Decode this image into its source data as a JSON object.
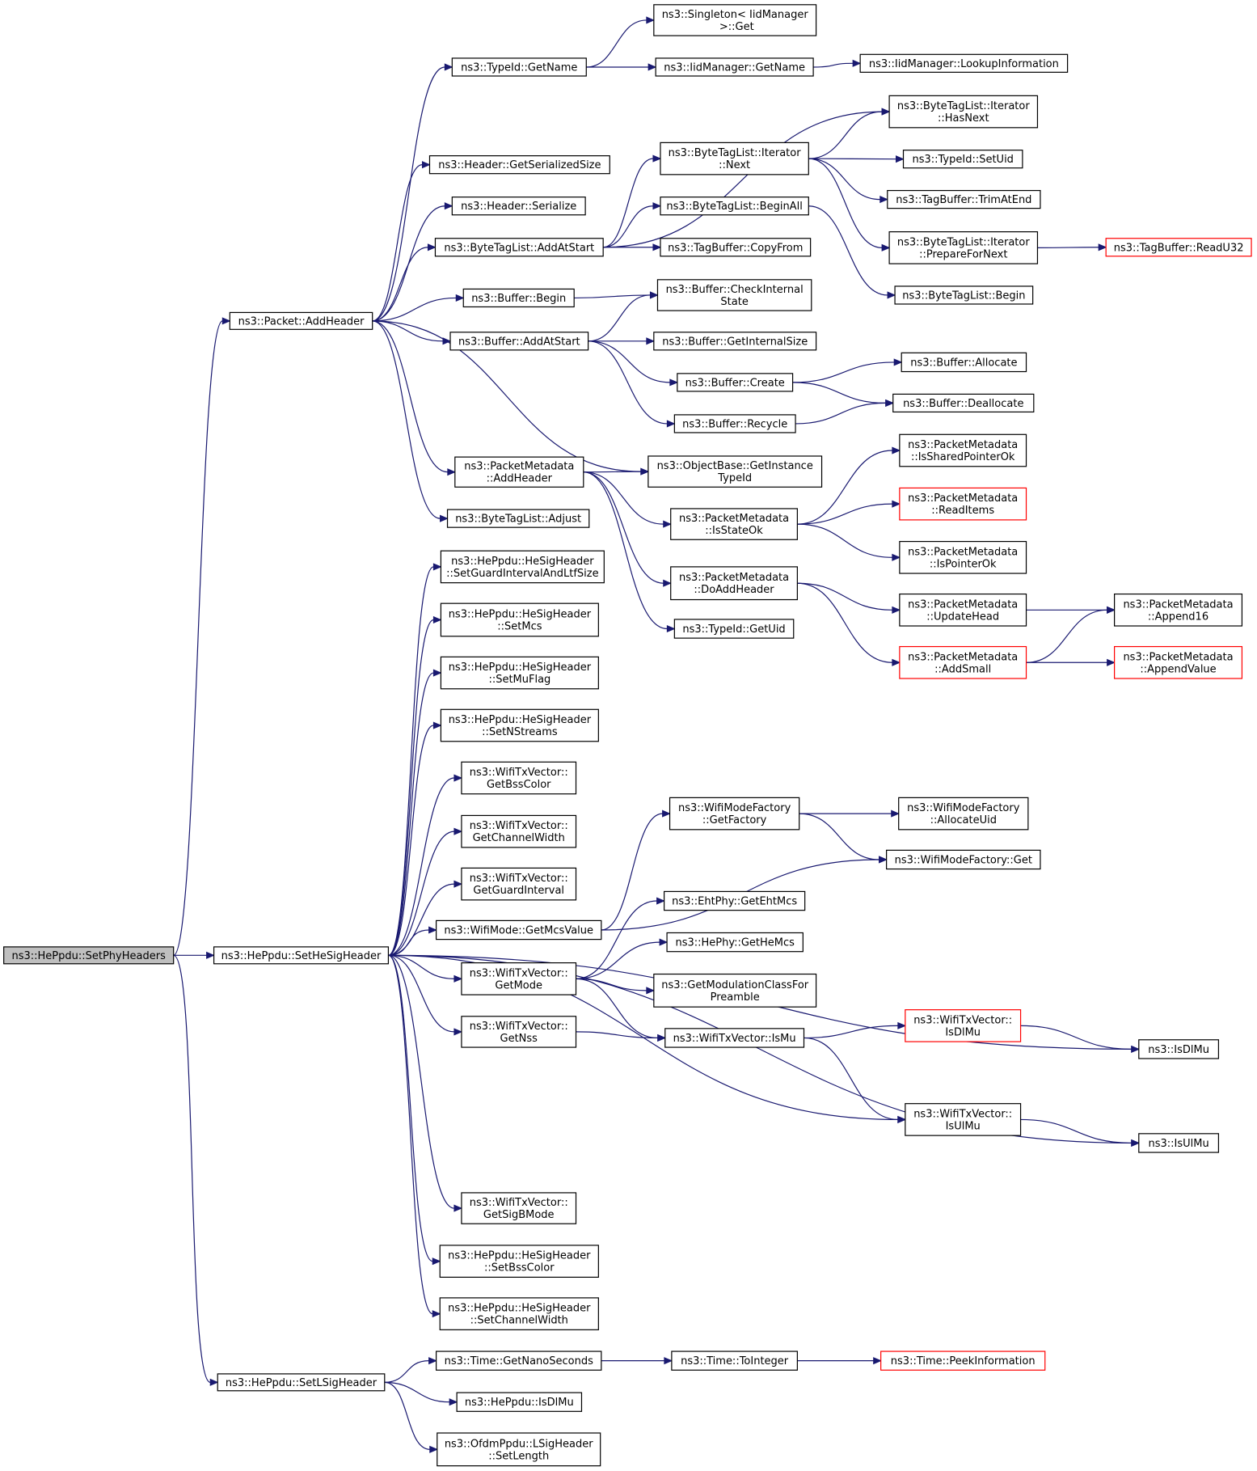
{
  "diagram": {
    "type": "call-graph",
    "colors": {
      "edge": "#191970",
      "node_border": "#000000",
      "truncated_border": "#ff0000",
      "root_fill": "#bfbfbf",
      "node_fill": "#ffffff",
      "background": "#ffffff"
    },
    "nodes": [
      {
        "id": "n0",
        "lines": [
          "ns3::HePpdu::SetPhyHeaders"
        ],
        "root": true
      },
      {
        "id": "n1",
        "lines": [
          "ns3::Packet::AddHeader"
        ]
      },
      {
        "id": "n2",
        "lines": [
          "ns3::HePpdu::SetHeSigHeader"
        ]
      },
      {
        "id": "n3",
        "lines": [
          "ns3::HePpdu::SetLSigHeader"
        ]
      },
      {
        "id": "n4",
        "lines": [
          "ns3::TypeId::GetName"
        ]
      },
      {
        "id": "n5",
        "lines": [
          "ns3::Header::GetSerializedSize"
        ]
      },
      {
        "id": "n6",
        "lines": [
          "ns3::Header::Serialize"
        ]
      },
      {
        "id": "n7",
        "lines": [
          "ns3::ByteTagList::AddAtStart"
        ]
      },
      {
        "id": "n8",
        "lines": [
          "ns3::Buffer::Begin"
        ]
      },
      {
        "id": "n9",
        "lines": [
          "ns3::Buffer::AddAtStart"
        ]
      },
      {
        "id": "n10",
        "lines": [
          "ns3::PacketMetadata",
          "::AddHeader"
        ]
      },
      {
        "id": "n11",
        "lines": [
          "ns3::ByteTagList::Adjust"
        ]
      },
      {
        "id": "n12",
        "lines": [
          "ns3::Singleton< IidManager",
          " >::Get"
        ]
      },
      {
        "id": "n13",
        "lines": [
          "ns3::IidManager::GetName"
        ]
      },
      {
        "id": "n14",
        "lines": [
          "ns3::IidManager::LookupInformation"
        ]
      },
      {
        "id": "n15",
        "lines": [
          "ns3::ByteTagList::Iterator",
          "::HasNext"
        ]
      },
      {
        "id": "n16",
        "lines": [
          "ns3::ByteTagList::Iterator",
          "::Next"
        ]
      },
      {
        "id": "n17",
        "lines": [
          "ns3::TypeId::SetUid"
        ]
      },
      {
        "id": "n18",
        "lines": [
          "ns3::TagBuffer::TrimAtEnd"
        ]
      },
      {
        "id": "n19",
        "lines": [
          "ns3::ByteTagList::BeginAll"
        ]
      },
      {
        "id": "n20",
        "lines": [
          "ns3::ByteTagList::Iterator",
          "::PrepareForNext"
        ]
      },
      {
        "id": "n21",
        "lines": [
          "ns3::TagBuffer::ReadU32"
        ],
        "truncated": true
      },
      {
        "id": "n22",
        "lines": [
          "ns3::TagBuffer::CopyFrom"
        ]
      },
      {
        "id": "n23",
        "lines": [
          "ns3::ByteTagList::Begin"
        ]
      },
      {
        "id": "n24",
        "lines": [
          "ns3::Buffer::CheckInternal",
          "State"
        ]
      },
      {
        "id": "n25",
        "lines": [
          "ns3::Buffer::GetInternalSize"
        ]
      },
      {
        "id": "n26",
        "lines": [
          "ns3::Buffer::Create"
        ]
      },
      {
        "id": "n27",
        "lines": [
          "ns3::Buffer::Allocate"
        ]
      },
      {
        "id": "n28",
        "lines": [
          "ns3::Buffer::Deallocate"
        ]
      },
      {
        "id": "n29",
        "lines": [
          "ns3::Buffer::Recycle"
        ]
      },
      {
        "id": "n30",
        "lines": [
          "ns3::ObjectBase::GetInstance",
          "TypeId"
        ]
      },
      {
        "id": "n31",
        "lines": [
          "ns3::PacketMetadata",
          "::IsSharedPointerOk"
        ]
      },
      {
        "id": "n32",
        "lines": [
          "ns3::PacketMetadata",
          "::IsStateOk"
        ]
      },
      {
        "id": "n33",
        "lines": [
          "ns3::PacketMetadata",
          "::ReadItems"
        ],
        "truncated": true
      },
      {
        "id": "n34",
        "lines": [
          "ns3::PacketMetadata",
          "::IsPointerOk"
        ]
      },
      {
        "id": "n35",
        "lines": [
          "ns3::PacketMetadata",
          "::DoAddHeader"
        ]
      },
      {
        "id": "n36",
        "lines": [
          "ns3::PacketMetadata",
          "::UpdateHead"
        ]
      },
      {
        "id": "n37",
        "lines": [
          "ns3::PacketMetadata",
          "::Append16"
        ]
      },
      {
        "id": "n38",
        "lines": [
          "ns3::TypeId::GetUid"
        ]
      },
      {
        "id": "n39",
        "lines": [
          "ns3::PacketMetadata",
          "::AddSmall"
        ],
        "truncated": true
      },
      {
        "id": "n40",
        "lines": [
          "ns3::PacketMetadata",
          "::AppendValue"
        ],
        "truncated": true
      },
      {
        "id": "n41",
        "lines": [
          "ns3::HePpdu::HeSigHeader",
          "::SetGuardIntervalAndLtfSize"
        ]
      },
      {
        "id": "n42",
        "lines": [
          "ns3::HePpdu::HeSigHeader",
          "::SetMcs"
        ]
      },
      {
        "id": "n43",
        "lines": [
          "ns3::HePpdu::HeSigHeader",
          "::SetMuFlag"
        ]
      },
      {
        "id": "n44",
        "lines": [
          "ns3::HePpdu::HeSigHeader",
          "::SetNStreams"
        ]
      },
      {
        "id": "n45",
        "lines": [
          "ns3::WifiTxVector::",
          "GetBssColor"
        ]
      },
      {
        "id": "n46",
        "lines": [
          "ns3::WifiTxVector::",
          "GetChannelWidth"
        ]
      },
      {
        "id": "n47",
        "lines": [
          "ns3::WifiTxVector::",
          "GetGuardInterval"
        ]
      },
      {
        "id": "n48",
        "lines": [
          "ns3::WifiMode::GetMcsValue"
        ]
      },
      {
        "id": "n49",
        "lines": [
          "ns3::WifiTxVector::",
          "GetMode"
        ]
      },
      {
        "id": "n50",
        "lines": [
          "ns3::WifiTxVector::",
          "GetNss"
        ]
      },
      {
        "id": "n51",
        "lines": [
          "ns3::WifiTxVector::",
          "GetSigBMode"
        ]
      },
      {
        "id": "n52",
        "lines": [
          "ns3::HePpdu::HeSigHeader",
          "::SetBssColor"
        ]
      },
      {
        "id": "n53",
        "lines": [
          "ns3::HePpdu::HeSigHeader",
          "::SetChannelWidth"
        ]
      },
      {
        "id": "n54",
        "lines": [
          "ns3::WifiModeFactory",
          "::GetFactory"
        ]
      },
      {
        "id": "n55",
        "lines": [
          "ns3::WifiModeFactory",
          "::AllocateUid"
        ]
      },
      {
        "id": "n56",
        "lines": [
          "ns3::WifiModeFactory::Get"
        ]
      },
      {
        "id": "n57",
        "lines": [
          "ns3::EhtPhy::GetEhtMcs"
        ]
      },
      {
        "id": "n58",
        "lines": [
          "ns3::HePhy::GetHeMcs"
        ]
      },
      {
        "id": "n59",
        "lines": [
          "ns3::GetModulationClassFor",
          "Preamble"
        ]
      },
      {
        "id": "n60",
        "lines": [
          "ns3::WifiTxVector::IsMu"
        ]
      },
      {
        "id": "n61",
        "lines": [
          "ns3::WifiTxVector::",
          "IsDlMu"
        ],
        "truncated": true
      },
      {
        "id": "n62",
        "lines": [
          "ns3::IsDlMu"
        ]
      },
      {
        "id": "n63",
        "lines": [
          "ns3::WifiTxVector::",
          "IsUlMu"
        ]
      },
      {
        "id": "n64",
        "lines": [
          "ns3::IsUlMu"
        ]
      },
      {
        "id": "n65",
        "lines": [
          "ns3::Time::GetNanoSeconds"
        ]
      },
      {
        "id": "n66",
        "lines": [
          "ns3::Time::ToInteger"
        ]
      },
      {
        "id": "n67",
        "lines": [
          "ns3::Time::PeekInformation"
        ],
        "truncated": true
      },
      {
        "id": "n68",
        "lines": [
          "ns3::HePpdu::IsDlMu"
        ]
      },
      {
        "id": "n69",
        "lines": [
          "ns3::OfdmPpdu::LSigHeader",
          "::SetLength"
        ]
      }
    ],
    "edges": [
      [
        "n0",
        "n1"
      ],
      [
        "n0",
        "n2"
      ],
      [
        "n0",
        "n3"
      ],
      [
        "n1",
        "n4"
      ],
      [
        "n1",
        "n5"
      ],
      [
        "n1",
        "n6"
      ],
      [
        "n1",
        "n7"
      ],
      [
        "n1",
        "n8"
      ],
      [
        "n1",
        "n9"
      ],
      [
        "n1",
        "n30"
      ],
      [
        "n1",
        "n10"
      ],
      [
        "n1",
        "n11"
      ],
      [
        "n4",
        "n12"
      ],
      [
        "n4",
        "n13"
      ],
      [
        "n13",
        "n14"
      ],
      [
        "n7",
        "n15"
      ],
      [
        "n7",
        "n16"
      ],
      [
        "n7",
        "n19"
      ],
      [
        "n7",
        "n22"
      ],
      [
        "n16",
        "n15"
      ],
      [
        "n16",
        "n17"
      ],
      [
        "n16",
        "n18"
      ],
      [
        "n16",
        "n20"
      ],
      [
        "n19",
        "n23"
      ],
      [
        "n20",
        "n21"
      ],
      [
        "n8",
        "n24"
      ],
      [
        "n9",
        "n24"
      ],
      [
        "n9",
        "n25"
      ],
      [
        "n9",
        "n26"
      ],
      [
        "n9",
        "n29"
      ],
      [
        "n26",
        "n27"
      ],
      [
        "n26",
        "n28"
      ],
      [
        "n29",
        "n28"
      ],
      [
        "n10",
        "n30"
      ],
      [
        "n10",
        "n32"
      ],
      [
        "n10",
        "n35"
      ],
      [
        "n10",
        "n38"
      ],
      [
        "n32",
        "n31"
      ],
      [
        "n32",
        "n33"
      ],
      [
        "n32",
        "n34"
      ],
      [
        "n35",
        "n36"
      ],
      [
        "n35",
        "n39"
      ],
      [
        "n36",
        "n37"
      ],
      [
        "n39",
        "n37"
      ],
      [
        "n39",
        "n40"
      ],
      [
        "n2",
        "n41"
      ],
      [
        "n2",
        "n42"
      ],
      [
        "n2",
        "n43"
      ],
      [
        "n2",
        "n44"
      ],
      [
        "n2",
        "n45"
      ],
      [
        "n2",
        "n46"
      ],
      [
        "n2",
        "n47"
      ],
      [
        "n2",
        "n48"
      ],
      [
        "n2",
        "n49"
      ],
      [
        "n2",
        "n50"
      ],
      [
        "n2",
        "n62"
      ],
      [
        "n2",
        "n63"
      ],
      [
        "n2",
        "n64"
      ],
      [
        "n2",
        "n51"
      ],
      [
        "n2",
        "n52"
      ],
      [
        "n2",
        "n53"
      ],
      [
        "n48",
        "n54"
      ],
      [
        "n48",
        "n56"
      ],
      [
        "n54",
        "n55"
      ],
      [
        "n54",
        "n56"
      ],
      [
        "n49",
        "n57"
      ],
      [
        "n49",
        "n58"
      ],
      [
        "n49",
        "n59"
      ],
      [
        "n49",
        "n60"
      ],
      [
        "n50",
        "n60"
      ],
      [
        "n60",
        "n61"
      ],
      [
        "n60",
        "n63"
      ],
      [
        "n61",
        "n62"
      ],
      [
        "n63",
        "n64"
      ],
      [
        "n3",
        "n65"
      ],
      [
        "n3",
        "n68"
      ],
      [
        "n3",
        "n69"
      ],
      [
        "n65",
        "n66"
      ],
      [
        "n66",
        "n67"
      ]
    ]
  }
}
